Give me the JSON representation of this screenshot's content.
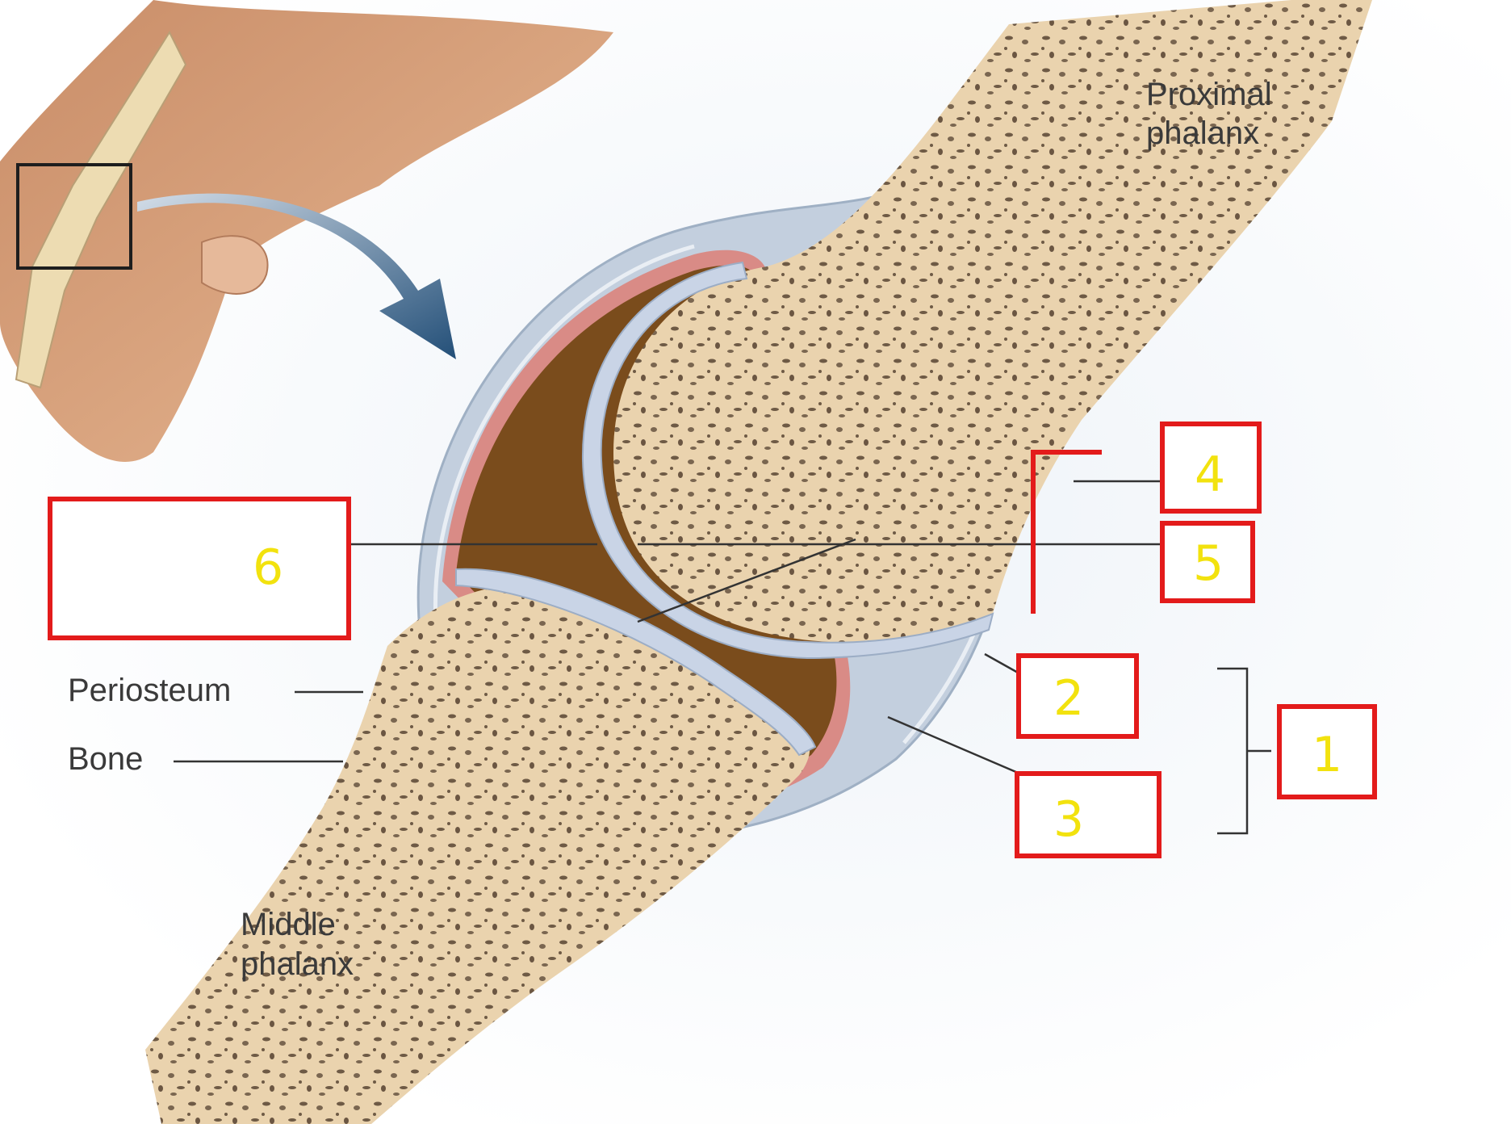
{
  "labels": {
    "proximal_line1": "Proximal",
    "proximal_line2": "phalanx",
    "middle_line1": "Middle",
    "middle_line2": "phalanx",
    "periosteum": "Periosteum",
    "bone": "Bone"
  },
  "answer_boxes": [
    {
      "id": "box-1",
      "number": "1"
    },
    {
      "id": "box-2",
      "number": "2"
    },
    {
      "id": "box-3",
      "number": "3"
    },
    {
      "id": "box-4",
      "number": "4"
    },
    {
      "id": "box-5",
      "number": "5"
    },
    {
      "id": "box-6",
      "number": "6"
    }
  ],
  "colors": {
    "bone": "#ead3ae",
    "spongy_spots": "#6e5a45",
    "cartilage": "#c9d4e6",
    "synovial_fluid": "#7a4c1c",
    "synovial_membrane": "#d98b86",
    "capsule": "#b9c7d8",
    "skin": "#d9a57e",
    "arrow": "#2d5a82",
    "answer_box_border": "#e31b1b",
    "answer_number": "#f2e20e",
    "background_wash": "#eef3f8"
  },
  "icons": [
    "pointing-hand-icon",
    "curved-arrow-icon"
  ]
}
